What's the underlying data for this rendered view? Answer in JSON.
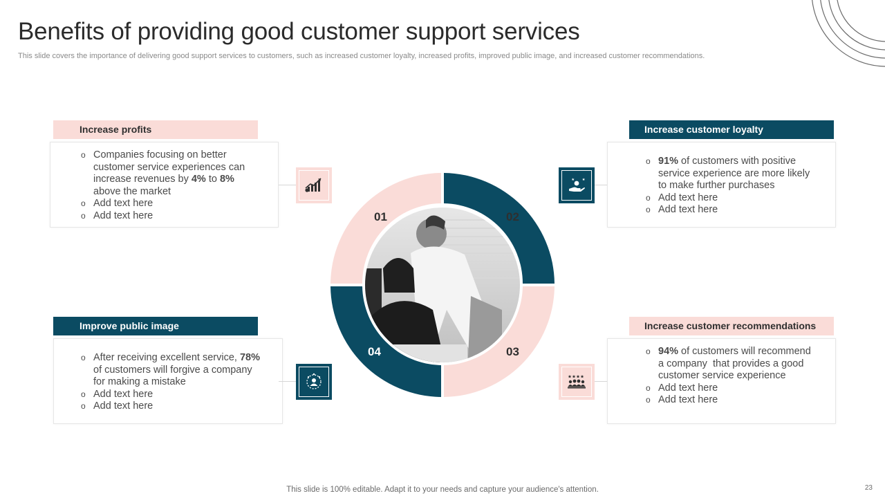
{
  "title": "Benefits of providing good customer support services",
  "subtitle": "This slide covers the importance of delivering good support services to customers, such as increased customer loyalty, increased profits, improved public image, and increased customer recommendations.",
  "colors": {
    "teal": "#0b4b62",
    "pink": "#fadcd8"
  },
  "segments": [
    "01",
    "02",
    "03",
    "04"
  ],
  "cards": {
    "profits": {
      "heading": "Increase profits",
      "icon": "growth-chart-icon",
      "bullets": [
        {
          "text": "Companies focusing on better customer service experiences can increase revenues by 4% to 8% above the market"
        },
        {
          "text": "Add text here"
        },
        {
          "text": "Add text here"
        }
      ]
    },
    "loyalty": {
      "heading": "Increase customer loyalty",
      "icon": "loyalty-hand-icon",
      "bullets": [
        {
          "text": "91% of customers with positive service experience are more likely to make further purchases"
        },
        {
          "text": "Add text here"
        },
        {
          "text": "Add text here"
        }
      ]
    },
    "image": {
      "heading": "Improve public image",
      "icon": "reputation-icon",
      "bullets": [
        {
          "text": "After receiving excellent service, 78% of customers will forgive a company for making a mistake"
        },
        {
          "text": "Add text here"
        },
        {
          "text": "Add text here"
        }
      ]
    },
    "recommendations": {
      "heading": "Increase customer recommendations",
      "icon": "group-rating-icon",
      "bullets": [
        {
          "text": "94% of customers will recommend a company  that provides a good customer service experience"
        },
        {
          "text": "Add text here"
        },
        {
          "text": "Add text here"
        }
      ]
    }
  },
  "bullet_symbol": "o",
  "photo": "customer-support-agents-photo",
  "footer": "This slide is 100% editable. Adapt it to your needs and capture your audience's attention.",
  "page_number": "23"
}
